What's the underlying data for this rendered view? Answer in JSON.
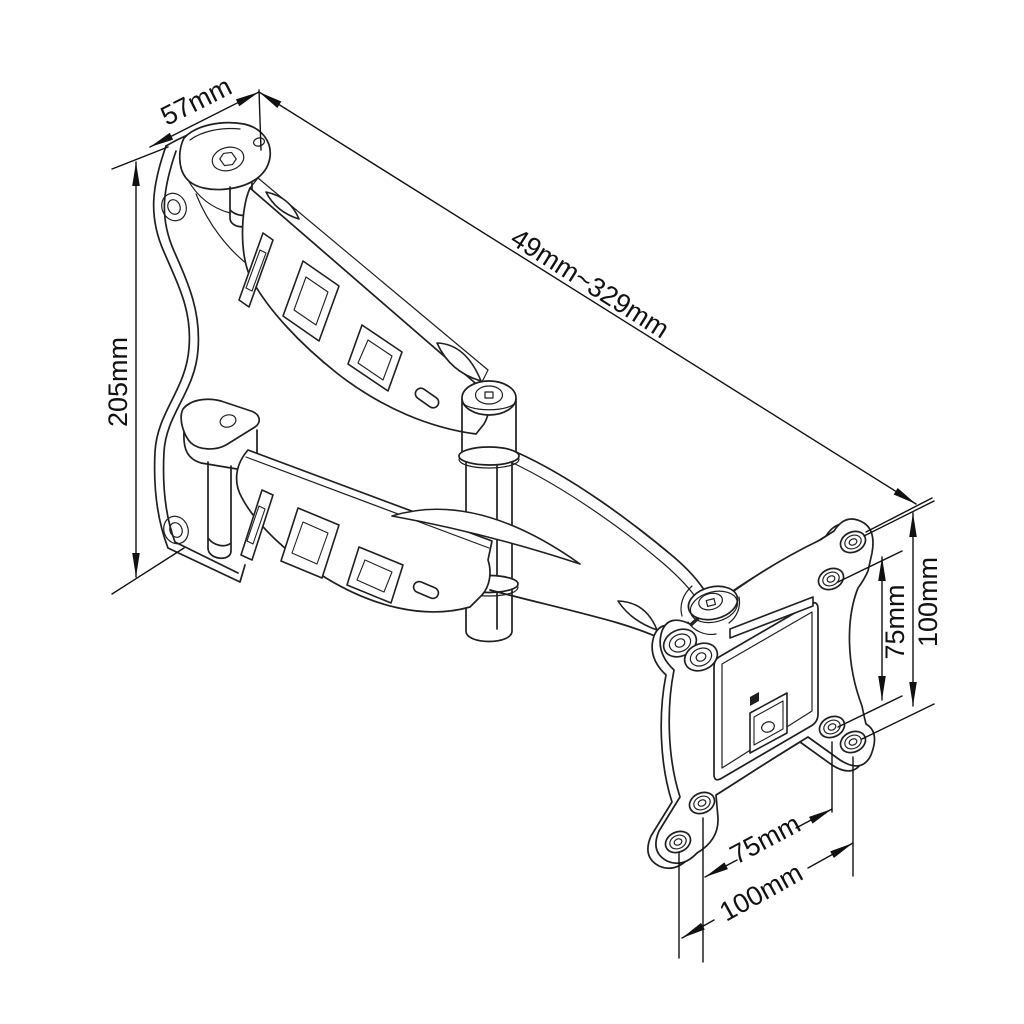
{
  "page": {
    "background": "#ffffff",
    "line_color": "#1a1a1a"
  },
  "drawing": {
    "subject": "articulating TV wall mount arm with VESA plate, dimensioned technical drawing"
  },
  "dimensions": {
    "bracket_depth": "57mm",
    "arm_extension_range": "49mm~329mm",
    "bracket_height": "205mm",
    "vesa_vertical_inner": "75mm",
    "vesa_vertical_outer": "100mm",
    "vesa_horizontal_inner": "75mm",
    "vesa_horizontal_outer": "100mm"
  }
}
